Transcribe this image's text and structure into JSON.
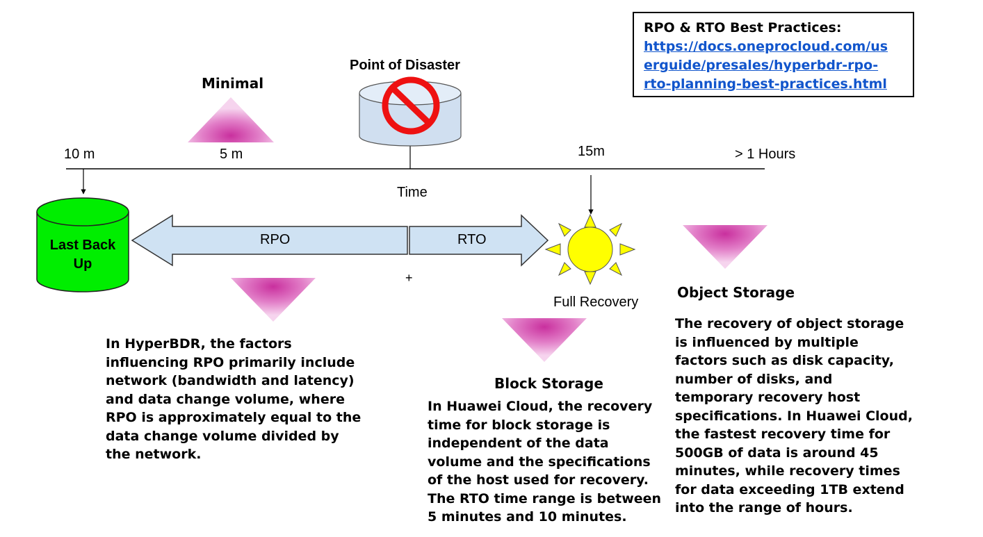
{
  "info_box": {
    "title": "RPO & RTO Best Practices:",
    "link_lines": [
      "https://docs.oneprocloud.com/us",
      "erguide/presales/hyperbdr-rpo-",
      "rto-planning-best-practices.html"
    ]
  },
  "timeline": {
    "tick_10m": "10 m",
    "tick_5m": "5 m",
    "tick_15m": "15m",
    "tick_hours": "> 1 Hours",
    "time_label": "Time",
    "plus": "+"
  },
  "minimal_label": "Minimal",
  "disaster_label": "Point of Disaster",
  "backup_label_lines": [
    "Last Back",
    "Up"
  ],
  "rpo_label": "RPO",
  "rto_label": "RTO",
  "full_recovery_label": "Full Recovery",
  "object_storage_title": "Object Storage",
  "block_storage_title": "Block Storage",
  "rpo_paragraph": [
    "In HyperBDR, the factors",
    "influencing RPO primarily include",
    "network (bandwidth and latency)",
    "and data change volume, where",
    "RPO is approximately equal to the",
    "data change volume divided by",
    "the network."
  ],
  "block_paragraph": [
    "In Huawei Cloud, the recovery",
    "time for block storage is",
    "independent of the data",
    "volume and the specifications",
    "of the host used for recovery.",
    "The RTO time range is between",
    "5 minutes and 10 minutes."
  ],
  "object_paragraph": [
    "The recovery of object storage",
    "is influenced by multiple",
    "factors such as disk capacity,",
    "number of disks, and",
    "temporary recovery host",
    "specifications. In Huawei Cloud,",
    "the fastest recovery time for",
    "500GB of data is around 45",
    "minutes, while recovery times",
    "for data exceeding 1TB extend",
    "into the range of hours."
  ],
  "colors": {
    "cylinder_green": "#00ee00",
    "arrow_fill": "#cfe2f3",
    "sun_yellow": "#ffff00",
    "disaster_red": "#ee1111",
    "triangle_magenta": "#d040a8",
    "link_blue": "#1155cc"
  }
}
